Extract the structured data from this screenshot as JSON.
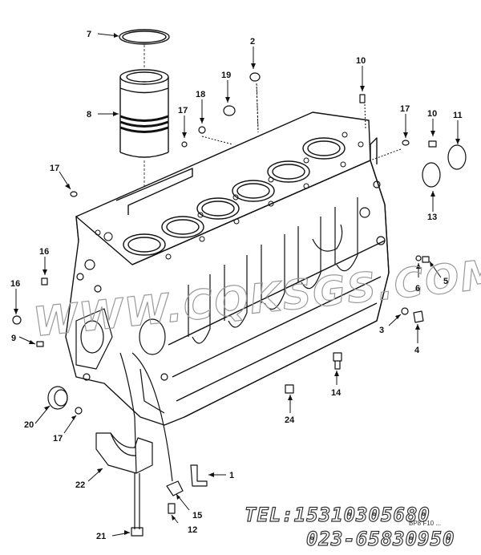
{
  "callouts": [
    "7",
    "8",
    "2",
    "19",
    "18",
    "17",
    "10",
    "17",
    "10",
    "11",
    "13",
    "17",
    "16",
    "16",
    "9",
    "20",
    "17",
    "22",
    "21",
    "12",
    "15",
    "1",
    "24",
    "14",
    "3",
    "4",
    "6",
    "5"
  ],
  "watermark": "WWW.CQKSGS.COM",
  "contact": {
    "tel": "TEL:15310305680",
    "phone": "023-65830950"
  },
  "stamp": "BP8 F10 ..."
}
